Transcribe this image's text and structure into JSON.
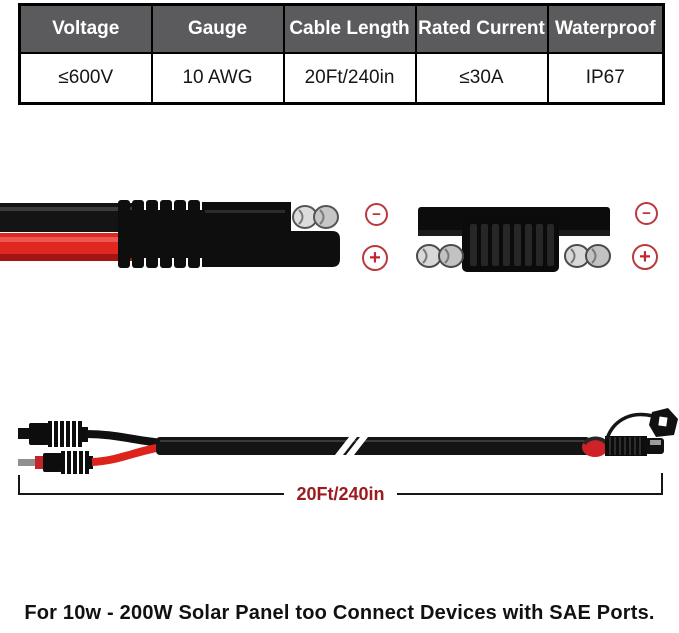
{
  "spec_table": {
    "columns": [
      {
        "header": "Voltage",
        "value": "≤600V"
      },
      {
        "header": "Gauge",
        "value": "10 AWG"
      },
      {
        "header": "Cable Length",
        "value": "20Ft/240in"
      },
      {
        "header": "Rated Current",
        "value": "≤30A"
      },
      {
        "header": "Waterproof",
        "value": "IP67"
      }
    ],
    "header_bg": "#5b5b5d",
    "border_color": "#000000"
  },
  "connectors": {
    "left_icon": "sae-connector-side-view-with-red-black-wires",
    "right_icon": "sae-connector-mated-top-view",
    "polarity_minus": "−",
    "polarity_plus": "+",
    "accent_red": "#c1272d"
  },
  "cable": {
    "length_label": "20Ft/240in",
    "label_color": "#9c1b20",
    "left_end_icon": "mc4-connector-pair",
    "right_end_icon": "sae-connector-with-dust-cap",
    "wire_red": "#dc241c",
    "wire_black": "#141414"
  },
  "caption": "For 10w - 200W Solar Panel too Connect Devices with SAE Ports."
}
